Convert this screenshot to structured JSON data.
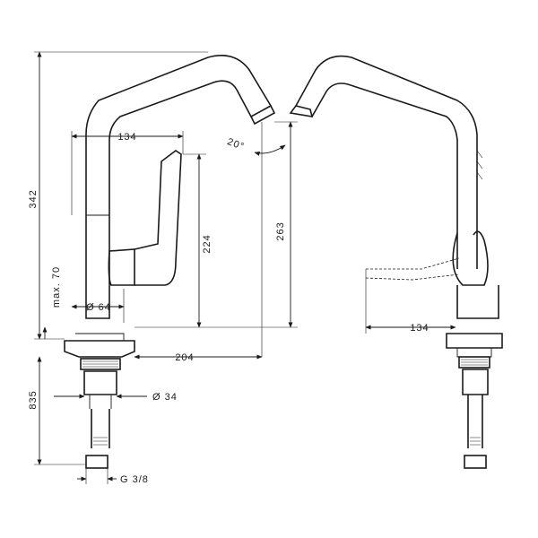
{
  "dimensions": {
    "height_total": "342",
    "max_70": "max. 70",
    "bottom_835": "835",
    "spout_reach_134": "134",
    "angle_20": "20°",
    "height_224": "224",
    "height_263": "263",
    "dia_64": "Ø 64",
    "reach_204": "204",
    "dia_34": "Ø 34",
    "thread_g38": "G 3/8",
    "pullout_134": "134"
  }
}
